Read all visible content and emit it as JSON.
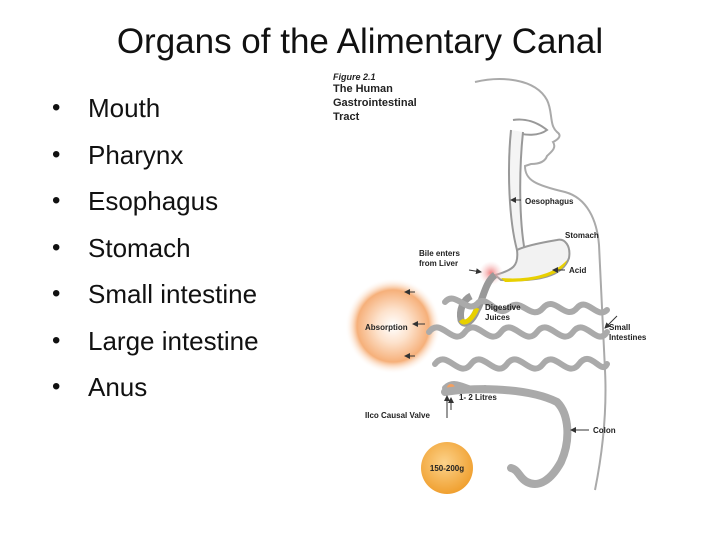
{
  "slide": {
    "title": "Organs of the Alimentary Canal",
    "bullets": [
      "Mouth",
      "Pharynx",
      "Esophagus",
      "Stomach",
      "Small intestine",
      "Large intestine",
      "Anus"
    ]
  },
  "figure": {
    "caption": "Figure 2.1",
    "title_lines": [
      "The Human",
      "Gastrointestinal",
      "Tract"
    ],
    "labels": {
      "oesophagus": "Oesophagus",
      "stomach": "Stomach",
      "bile_line1": "Bile enters",
      "bile_line2": "from Liver",
      "acid": "Acid",
      "digestive_line1": "Digestive",
      "digestive_line2": "Juices",
      "absorption": "Absorption",
      "small_line1": "Small",
      "small_line2": "Intestines",
      "litres": "1- 2 Litres",
      "valve": "Ilco Causal Valve",
      "colon": "Colon",
      "weight": "150-200g"
    },
    "colors": {
      "stomach_acid": "#e8d000",
      "bile_glow": "#f2a0a0",
      "absorption_glow": "#f4a060",
      "weight_circle": "#f4b248"
    }
  }
}
